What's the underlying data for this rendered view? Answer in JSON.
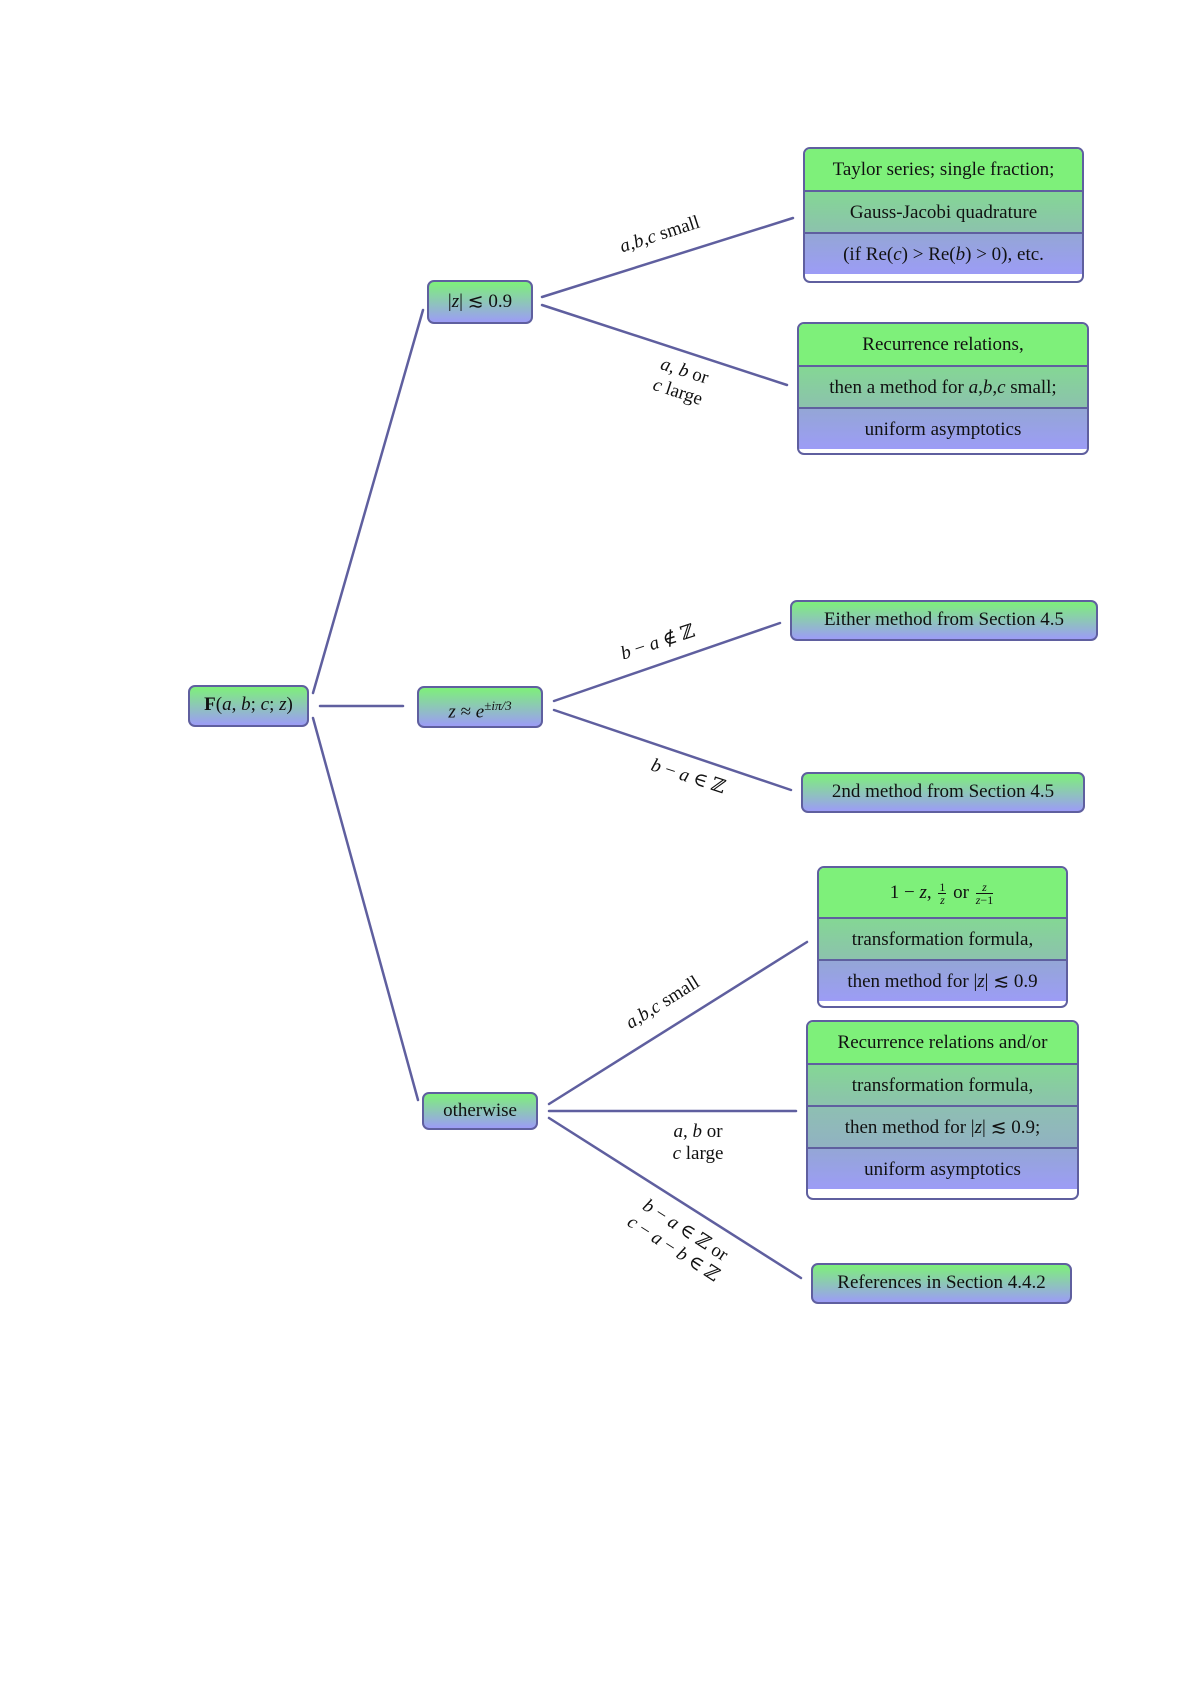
{
  "nodes": {
    "root": "F(a, b; c; z)",
    "n1": "|z| ≲ 0.9",
    "n2": "z ≈ e^±iπ/3",
    "n3": "otherwise"
  },
  "edge_labels": {
    "n1_small": "a,b,c small",
    "n1_large_line1": "a, b or",
    "n1_large_line2": "c large",
    "n2_notint": "b − a ∉ ℤ",
    "n2_int": "b − a ∈ ℤ",
    "n3_small": "a,b,c small",
    "n3_large_line1": "a, b or",
    "n3_large_line2": "c large",
    "n3_int_line1": "b − a ∈ ℤ or",
    "n3_int_line2": "c − a − b ∈ ℤ"
  },
  "leaves": {
    "l1": [
      "Taylor series; single fraction;",
      "Gauss-Jacobi quadrature",
      "(if Re(c) > Re(b) > 0), etc."
    ],
    "l2": [
      "Recurrence relations,",
      "then a method for a,b,c small;",
      "uniform asymptotics"
    ],
    "l3": "Either method from Section 4.5",
    "l4": "2nd method from Section 4.5",
    "l5": [
      "1 − z, 1/z or z/(z−1)",
      "transformation formula,",
      "then method for |z| ≲ 0.9"
    ],
    "l6": [
      "Recurrence relations and/or",
      "transformation formula,",
      "then method for |z| ≲ 0.9;",
      "uniform asymptotics"
    ],
    "l7": "References in Section 4.4.2"
  },
  "colors": {
    "edge": "#5f5f9f",
    "box_top": "#7ef07a",
    "box_bottom": "#9c9cf6"
  }
}
